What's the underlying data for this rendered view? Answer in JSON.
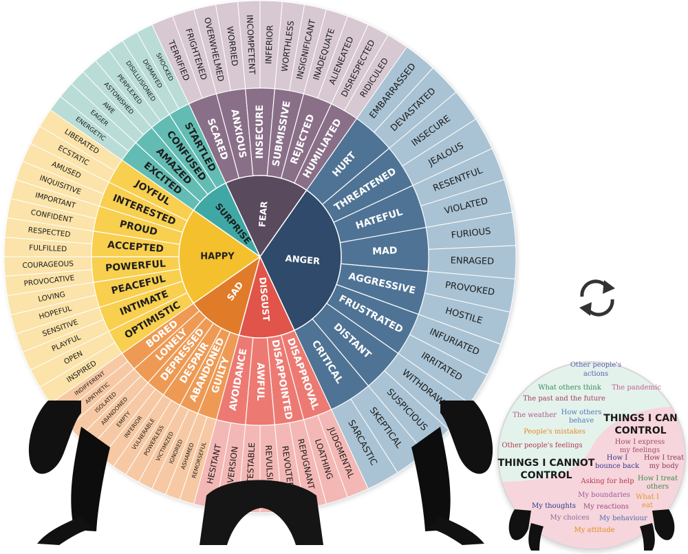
{
  "wheel": {
    "core": [
      {
        "label": "FEAR",
        "color": "#5a4a5e",
        "text": "#ffffff"
      },
      {
        "label": "ANGER",
        "color": "#2f4a6a",
        "text": "#ffffff"
      },
      {
        "label": "DISGUST",
        "color": "#e0544a",
        "text": "#ffffff"
      },
      {
        "label": "SAD",
        "color": "#e07b2a",
        "text": "#ffffff"
      },
      {
        "label": "HAPPY",
        "color": "#f5c02e",
        "text": "#222222"
      },
      {
        "label": "SURPRISE",
        "color": "#3fa8a4",
        "text": "#1e1e1e"
      }
    ],
    "middle": [
      {
        "group": 0,
        "labels": [
          "SCARED",
          "ANXIOUS",
          "INSECURE",
          "SUBMISSIVE",
          "REJECTED",
          "HUMILIATED"
        ]
      },
      {
        "group": 1,
        "labels": [
          "HURT",
          "THREATENED",
          "HATEFUL",
          "MAD",
          "AGGRESSIVE",
          "FRUSTRATED",
          "DISTANT",
          "CRITICAL"
        ]
      },
      {
        "group": 2,
        "labels": [
          "DISAPPROVAL",
          "DISAPPOINTED",
          "AWFUL",
          "AVOIDANCE"
        ]
      },
      {
        "group": 3,
        "labels": [
          "GUILTY",
          "ABANDONED",
          "DESPAIR",
          "DEPRESSED",
          "LONELY",
          "BORED"
        ]
      },
      {
        "group": 4,
        "labels": [
          "OPTIMISTIC",
          "INTIMATE",
          "PEACEFUL",
          "POWERFUL",
          "ACCEPTED",
          "PROUD",
          "INTERESTED",
          "JOYFUL"
        ]
      },
      {
        "group": 5,
        "labels": [
          "EXCITED",
          "AMAZED",
          "CONFUSED",
          "STARTLED"
        ]
      }
    ],
    "outer": [
      {
        "group": 0,
        "labels": [
          "TERRIFIED",
          "FRIGHTENED",
          "OVERWHELMED",
          "WORRIED",
          "INCOMPETENT",
          "INFERIOR",
          "WORTHLESS",
          "INSIGNIFICANT",
          "INADEQUATE",
          "ALIENEATED",
          "DISRESPECTED",
          "RIDICULED"
        ]
      },
      {
        "group": 1,
        "labels": [
          "EMBARRASSED",
          "DEVASTATED",
          "INSECURE",
          "JEALOUS",
          "RESENTFUL",
          "VIOLATED",
          "FURIOUS",
          "ENRAGED",
          "PROVOKED",
          "HOSTILE",
          "INFURIATED",
          "IRRITATED",
          "WITHDRAWN",
          "SUSPICIOUS",
          "SKEPTICAL",
          "SARCASTIC"
        ]
      },
      {
        "group": 2,
        "labels": [
          "JUDGMENTAL",
          "LOATHING",
          "REPUGNANT",
          "REVOLTED",
          "REVULSION",
          "DETESTABLE",
          "AVERSION",
          "HESITANT"
        ]
      },
      {
        "group": 3,
        "labels": [
          "REMORSEFUL",
          "ASHAMED",
          "IGNORED",
          "VICTIMIZED",
          "POWERLESS",
          "VULNERABLE",
          "INFERIOR",
          "EMPTY",
          "ABANDONED",
          "ISOLATED",
          "APATHETIC",
          "INDIFFERENT"
        ]
      },
      {
        "group": 4,
        "labels": [
          "INSPIRED",
          "OPEN",
          "PLAYFUL",
          "SENSITIVE",
          "HOPEFUL",
          "LOVING",
          "PROVOCATIVE",
          "COURAGEOUS",
          "FULFILLED",
          "RESPECTED",
          "CONFIDENT",
          "IMPORTANT",
          "INQUISITIVE",
          "AMUSED",
          "ECSTATIC",
          "LIBERATED"
        ]
      },
      {
        "group": 5,
        "labels": [
          "ENERGETIC",
          "EAGER",
          "AWE",
          "ASTONISHED",
          "PERPLEXED",
          "DISILLUSIONED",
          "DISMAYED",
          "SHOCKED"
        ]
      }
    ],
    "middle_colors": [
      "#8a6f88",
      "#4f7394",
      "#ec7a72",
      "#ee9a54",
      "#f8cf4e",
      "#62bcb3"
    ],
    "outer_colors": [
      "#d8c8d2",
      "#a9c3d4",
      "#f3b8b5",
      "#f6c9a4",
      "#fbe3a9",
      "#b9dcd7"
    ]
  },
  "plate": {
    "title_cannot": [
      "THINGS I CANNOT",
      "CONTROL"
    ],
    "title_can": [
      "THINGS I CAN",
      "CONTROL"
    ],
    "cannot_items": [
      {
        "t": "Other people's",
        "c": "#5b5bb0"
      },
      {
        "t": "actions",
        "c": "#5b5bb0"
      },
      {
        "t": "What others think",
        "c": "#3a8a5a"
      },
      {
        "t": "The pandemic",
        "c": "#c06090"
      },
      {
        "t": "The past and the future",
        "c": "#a04060"
      },
      {
        "t": "The weather",
        "c": "#b05a8a"
      },
      {
        "t": "How others",
        "c": "#4f7ab8"
      },
      {
        "t": "behave",
        "c": "#4f7ab8"
      },
      {
        "t": "People's mistakes",
        "c": "#e08a2a"
      },
      {
        "t": "Other people's feelings",
        "c": "#b03a50"
      }
    ],
    "can_items": [
      {
        "t": "How I express",
        "c": "#a04a6a"
      },
      {
        "t": "my feelings",
        "c": "#a04a6a"
      },
      {
        "t": "How I",
        "c": "#3a3a8a"
      },
      {
        "t": "bounce back",
        "c": "#3a3a8a"
      },
      {
        "t": "How I treat",
        "c": "#8a3a5a"
      },
      {
        "t": "my body",
        "c": "#8a3a5a"
      },
      {
        "t": "Asking for help",
        "c": "#b03a50"
      },
      {
        "t": "How I treat",
        "c": "#3a8a4a"
      },
      {
        "t": "others",
        "c": "#3a8a4a"
      },
      {
        "t": "My boundaries",
        "c": "#9a5aa0"
      },
      {
        "t": "What I",
        "c": "#e0962a"
      },
      {
        "t": "eat",
        "c": "#e0962a"
      },
      {
        "t": "My thoughts",
        "c": "#2a3a8a"
      },
      {
        "t": "My reactions",
        "c": "#9a4a8a"
      },
      {
        "t": "My choices",
        "c": "#8a6a9a"
      },
      {
        "t": "My behaviour",
        "c": "#4a6ab0"
      },
      {
        "t": "My attitude",
        "c": "#e08a1a"
      }
    ],
    "mint": "#e4f2ec",
    "pink": "#f7d5dc"
  },
  "rotate_icon": "rotate-arrows-icon"
}
